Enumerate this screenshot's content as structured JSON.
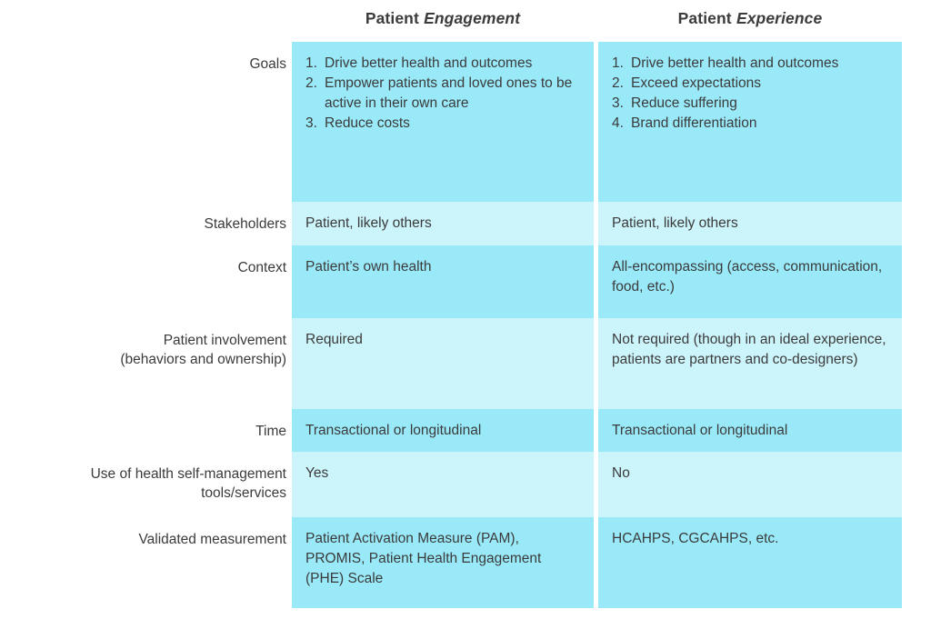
{
  "table": {
    "columns": [
      {
        "id": "engagement",
        "prefix": "Patient",
        "emphasis": "Engagement"
      },
      {
        "id": "experience",
        "prefix": "Patient",
        "emphasis": "Experience"
      }
    ],
    "colors": {
      "band_dark": "#99e9f9",
      "band_light": "#ccf4fb",
      "page_background": "#ffffff",
      "text": "#3b3b3b"
    },
    "rows": [
      {
        "label": "Goals",
        "shade": "dark",
        "engagement": {
          "type": "ordered-list",
          "items": [
            "Drive better health and outcomes",
            "Empower patients and loved ones to be active in their own care",
            "Reduce costs"
          ]
        },
        "experience": {
          "type": "ordered-list",
          "items": [
            "Drive better health and outcomes",
            "Exceed expectations",
            "Reduce suffering",
            "Brand differentiation"
          ]
        }
      },
      {
        "label": "Stakeholders",
        "shade": "light",
        "engagement": {
          "type": "text",
          "text": "Patient, likely others"
        },
        "experience": {
          "type": "text",
          "text": "Patient, likely others"
        }
      },
      {
        "label": "Context",
        "shade": "dark",
        "engagement": {
          "type": "text",
          "text": "Patient’s own health"
        },
        "experience": {
          "type": "text",
          "text": "All-encompassing (access, communication, food, etc.)"
        }
      },
      {
        "label": "Patient involvement\n(behaviors and ownership)",
        "shade": "light",
        "engagement": {
          "type": "text",
          "text": "Required"
        },
        "experience": {
          "type": "text",
          "text": "Not required (though in an ideal experience, patients are partners and co-designers)"
        }
      },
      {
        "label": "Time",
        "shade": "dark",
        "engagement": {
          "type": "text",
          "text": "Transactional or longitudinal"
        },
        "experience": {
          "type": "text",
          "text": "Transactional or longitudinal"
        }
      },
      {
        "label": "Use of health self-management\ntools/services",
        "shade": "light",
        "engagement": {
          "type": "text",
          "text": "Yes"
        },
        "experience": {
          "type": "text",
          "text": "No"
        }
      },
      {
        "label": "Validated measurement",
        "shade": "dark",
        "engagement": {
          "type": "text",
          "text": "Patient Activation Measure (PAM), PROMIS, Patient Health Engagement (PHE) Scale"
        },
        "experience": {
          "type": "text",
          "text": "HCAHPS, CGCAHPS, etc."
        }
      }
    ]
  }
}
